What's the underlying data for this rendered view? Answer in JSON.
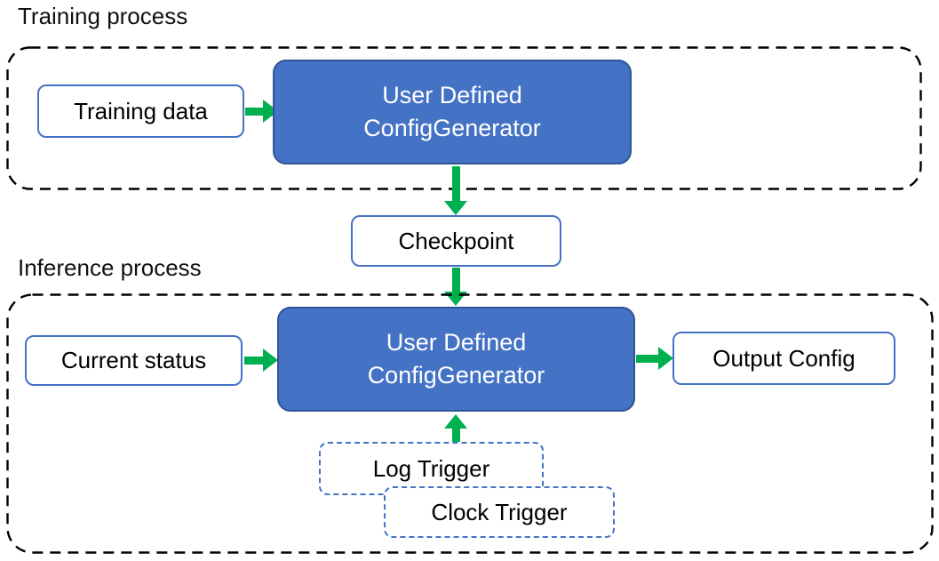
{
  "colors": {
    "generator_fill": "#4472C4",
    "generator_border": "#2F5597",
    "box_border_blue": "#4472C4",
    "arrow_green": "#00B050",
    "container_dash": "#000000"
  },
  "training": {
    "label": "Training process",
    "input_box": "Training data",
    "generator": {
      "line1": "User Defined",
      "line2": "ConfigGenerator"
    }
  },
  "checkpoint": {
    "label": "Checkpoint"
  },
  "inference": {
    "label": "Inference process",
    "input_box": "Current status",
    "generator": {
      "line1": "User Defined",
      "line2": "ConfigGenerator"
    },
    "output_box": "Output Config",
    "log_trigger": "Log Trigger",
    "clock_trigger": "Clock Trigger"
  }
}
